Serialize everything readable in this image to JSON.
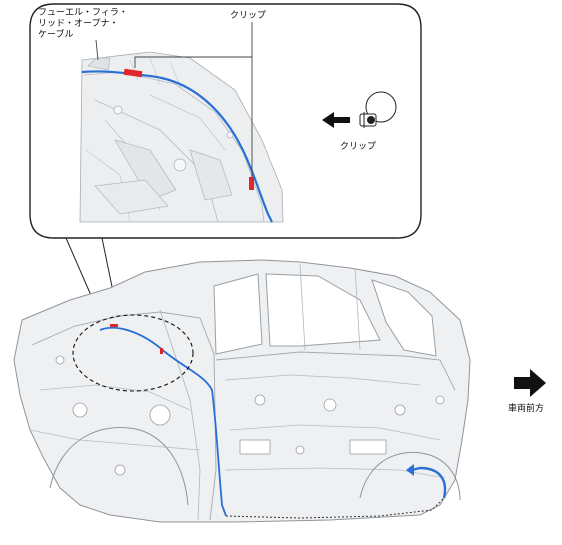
{
  "callout": {
    "cable_label_lines": [
      "フューエル・フィラ・",
      "リッド・オープナ・",
      "ケーブル"
    ],
    "clip_label_top": "クリップ",
    "clip_icon_label": "クリップ"
  },
  "direction": {
    "label": "車両前方",
    "icon": "arrow-right-icon"
  },
  "colors": {
    "cable": "#2a6fd6",
    "clip": "#e0262a",
    "frame": "#222222",
    "body_line": "#9aa0a6",
    "body_fill": "#eef0f2"
  }
}
